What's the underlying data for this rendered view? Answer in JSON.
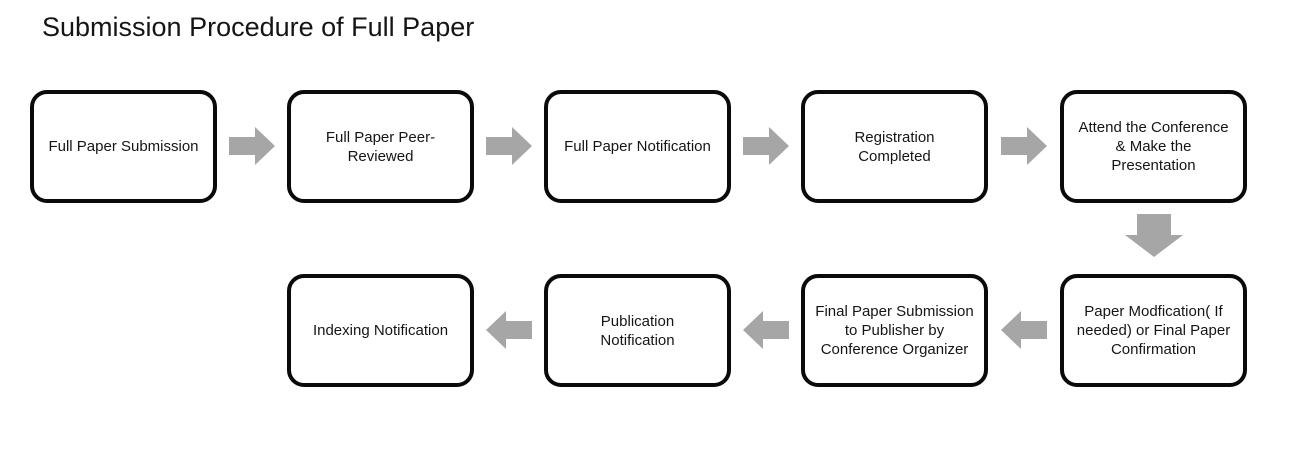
{
  "title": "Submission Procedure of Full Paper",
  "colors": {
    "background": "#ffffff",
    "box_border": "#0a0a0a",
    "arrow": "#a6a6a6",
    "text": "#151515"
  },
  "icons": {
    "arrow_right": "block-arrow-right",
    "arrow_left": "block-arrow-left",
    "arrow_down": "block-arrow-down"
  },
  "steps": [
    {
      "id": "full-paper-submission",
      "label": "Full Paper Submission"
    },
    {
      "id": "full-paper-peer-reviewed",
      "label": "Full Paper Peer-\nReviewed"
    },
    {
      "id": "full-paper-notification",
      "label": "Full Paper Notification"
    },
    {
      "id": "registration-completed",
      "label": "Registration\nCompleted"
    },
    {
      "id": "attend-conference",
      "label": "Attend the Conference\n& Make the\nPresentation"
    },
    {
      "id": "paper-modification",
      "label": "Paper Modfication( If\nneeded) or Final Paper\nConfirmation"
    },
    {
      "id": "final-paper-submission",
      "label": "Final Paper Submission\nto Publisher by\nConference Organizer"
    },
    {
      "id": "publication-notification",
      "label": "Publication\nNotification"
    },
    {
      "id": "indexing-notification",
      "label": "Indexing Notification"
    }
  ]
}
